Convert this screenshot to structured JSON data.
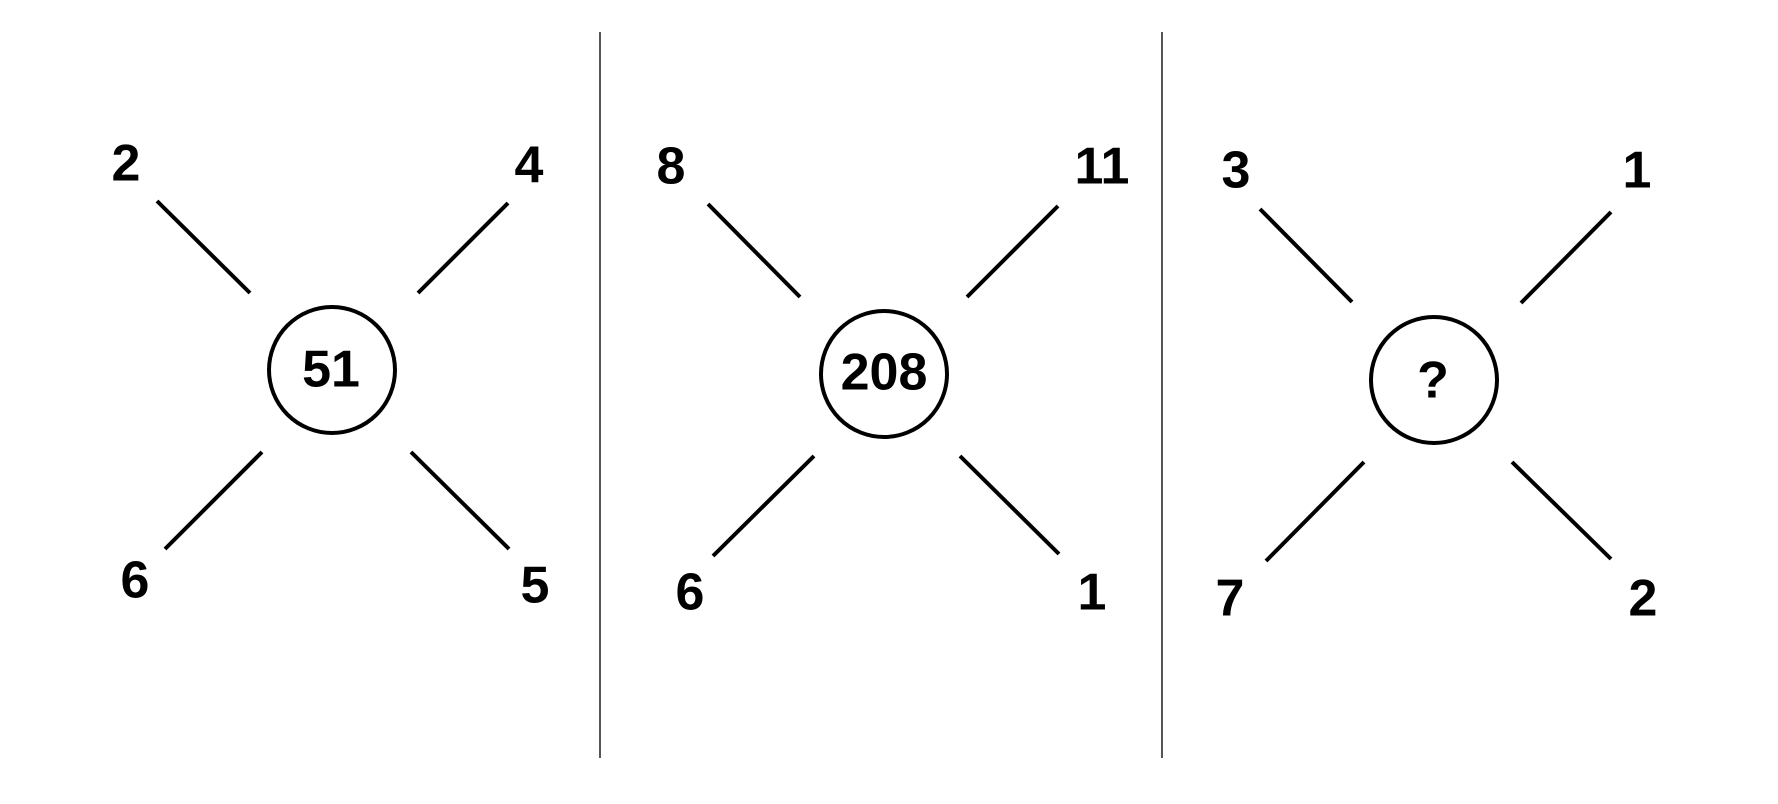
{
  "panels": [
    {
      "center": "51",
      "top_left": "2",
      "top_right": "4",
      "bottom_left": "6",
      "bottom_right": "5"
    },
    {
      "center": "208",
      "top_left": "8",
      "top_right": "11",
      "bottom_left": "6",
      "bottom_right": "1"
    },
    {
      "center": "?",
      "top_left": "3",
      "top_right": "1",
      "bottom_left": "7",
      "bottom_right": "2"
    }
  ]
}
